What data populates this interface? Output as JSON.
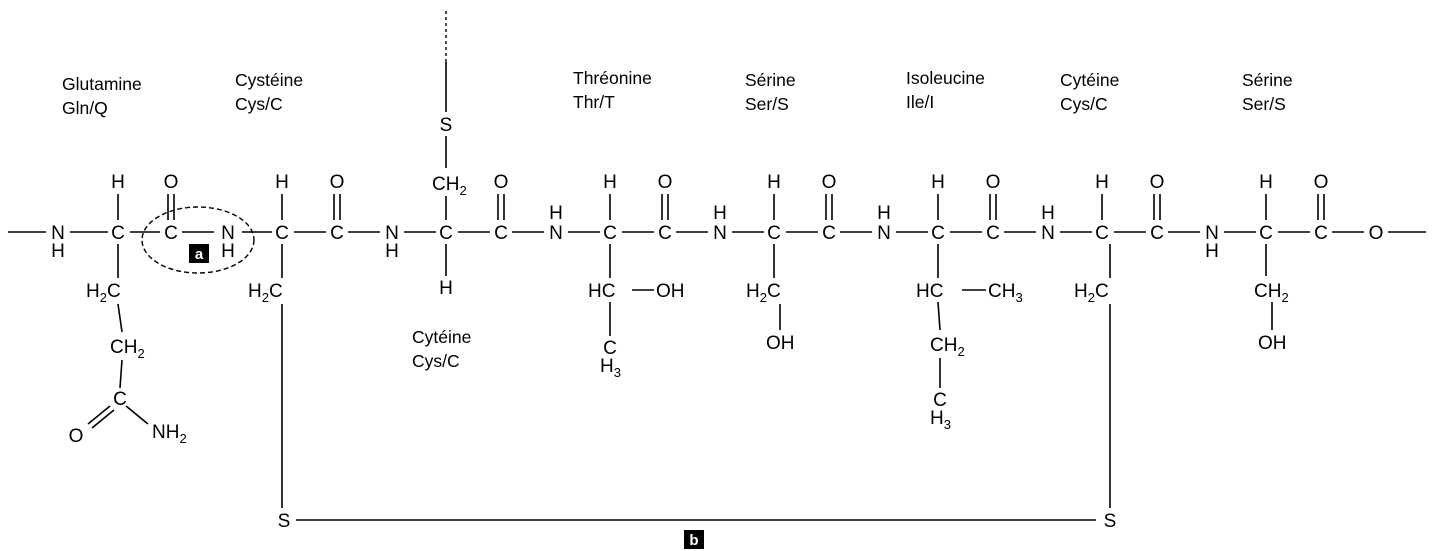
{
  "residues": [
    {
      "name": "Glutamine",
      "code": "Gln/Q"
    },
    {
      "name": "Cystéine",
      "code": "Cys/C"
    },
    {
      "name": "Cytéine",
      "code": "Cys/C"
    },
    {
      "name": "Thréonine",
      "code": "Thr/T"
    },
    {
      "name": "Sérine",
      "code": "Ser/S"
    },
    {
      "name": "Isoleucine",
      "code": "Ile/I"
    },
    {
      "name": "Cytéine",
      "code": "Cys/C"
    },
    {
      "name": "Sérine",
      "code": "Ser/S"
    }
  ],
  "markers": {
    "a": "a",
    "b": "b"
  },
  "atoms": {
    "H": "H",
    "C": "C",
    "O": "O",
    "N": "N",
    "S": "S",
    "HC": "HC",
    "OH": "OH",
    "H2C": {
      "base": "H",
      "sub": "2",
      "tail": "C"
    },
    "CH2": {
      "base": "CH",
      "sub": "2"
    },
    "CH3": {
      "base": "CH",
      "sub": "3"
    },
    "H3": {
      "base": "H",
      "sub": "3"
    },
    "NH2": {
      "base": "NH",
      "sub": "2"
    }
  }
}
